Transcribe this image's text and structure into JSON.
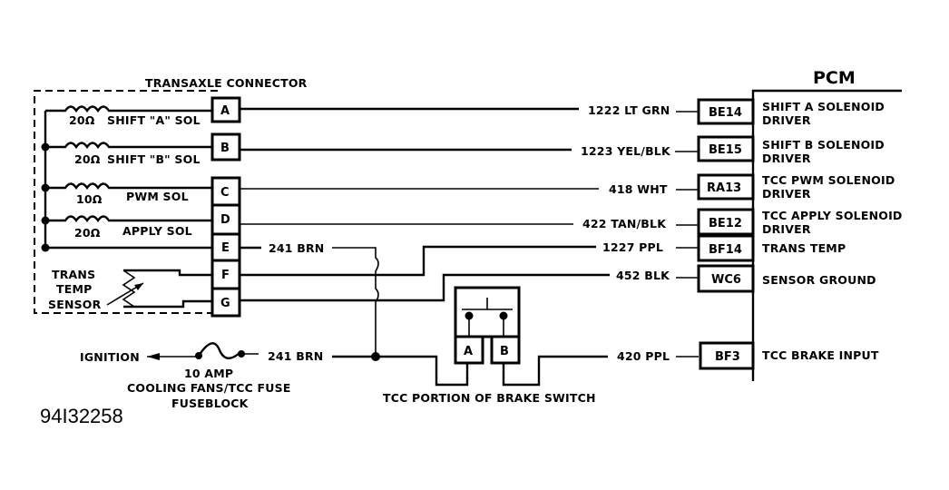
{
  "figure_id": "94I32258",
  "transaxle_connector": {
    "title": "TRANSAXLE CONNECTOR",
    "pins": [
      {
        "pin": "A",
        "component": "SHIFT \"A\" SOL",
        "resistance": "20Ω"
      },
      {
        "pin": "B",
        "component": "SHIFT \"B\" SOL",
        "resistance": "20Ω"
      },
      {
        "pin": "C",
        "component": "PWM SOL",
        "resistance": "10Ω"
      },
      {
        "pin": "D",
        "component": "APPLY SOL",
        "resistance": "20Ω"
      },
      {
        "pin": "E",
        "component": "",
        "resistance": ""
      },
      {
        "pin": "F",
        "component": "",
        "resistance": ""
      },
      {
        "pin": "G",
        "component": "",
        "resistance": ""
      }
    ],
    "sensor_label": [
      "TRANS",
      "TEMP",
      "SENSOR"
    ]
  },
  "pcm": {
    "title": "PCM",
    "terminals": [
      {
        "id": "BE14",
        "circuit": "1222 LT GRN",
        "function": [
          "SHIFT A SOLENOID",
          "DRIVER"
        ]
      },
      {
        "id": "BE15",
        "circuit": "1223 YEL/BLK",
        "function": [
          "SHIFT B SOLENOID",
          "DRIVER"
        ]
      },
      {
        "id": "RA13",
        "circuit": "418 WHT",
        "function": [
          "TCC PWM SOLENOID",
          "DRIVER"
        ]
      },
      {
        "id": "BE12",
        "circuit": "422 TAN/BLK",
        "function": [
          "TCC APPLY SOLENOID",
          "DRIVER"
        ]
      },
      {
        "id": "BF14",
        "circuit": "1227 PPL",
        "function": [
          "TRANS TEMP"
        ]
      },
      {
        "id": "WC6",
        "circuit": "452 BLK",
        "function": [
          "SENSOR GROUND"
        ]
      },
      {
        "id": "BF3",
        "circuit": "420 PPL",
        "function": [
          "TCC BRAKE INPUT"
        ]
      }
    ]
  },
  "power": {
    "pin_e_circuit": "241 BRN",
    "feed_circuit": "241 BRN",
    "ignition_label": "IGNITION",
    "fuse_label": [
      "10 AMP",
      "COOLING FANS/TCC FUSE",
      "FUSEBLOCK"
    ]
  },
  "brake_switch": {
    "label": "TCC PORTION OF BRAKE SWITCH",
    "terminals": [
      "A",
      "B"
    ]
  }
}
